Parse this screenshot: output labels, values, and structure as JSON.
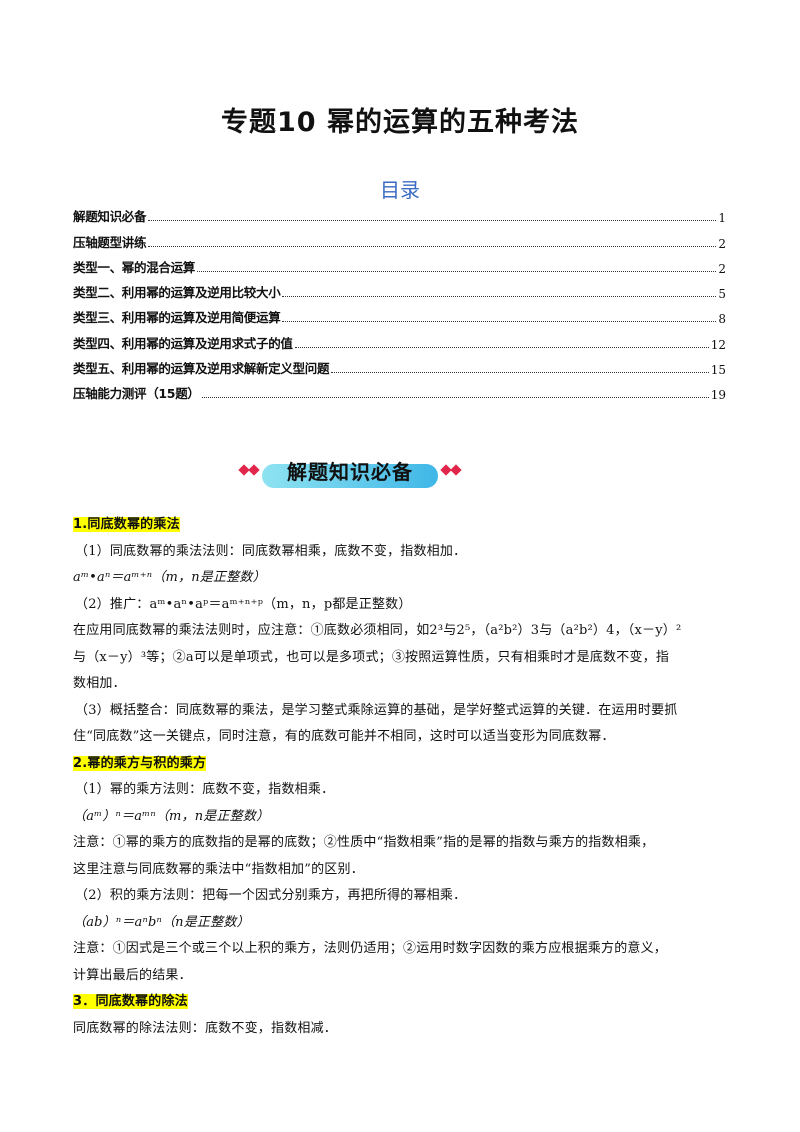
{
  "title": "专题10  幂的运算的五种考法",
  "toc": {
    "heading": "目录",
    "items": [
      {
        "label": "解题知识必备",
        "page": "1"
      },
      {
        "label": "压轴题型讲练",
        "page": "2"
      },
      {
        "label": "类型一、幂的混合运算",
        "page": "2"
      },
      {
        "label": "类型二、利用幂的运算及逆用比较大小",
        "page": "5"
      },
      {
        "label": "类型三、利用幂的运算及逆用简便运算",
        "page": "8"
      },
      {
        "label": "类型四、利用幂的运算及逆用求式子的值",
        "page": "12"
      },
      {
        "label": "类型五、利用幂的运算及逆用求解新定义型问题",
        "page": "15"
      },
      {
        "label": "压轴能力测评（15题）",
        "page": "19"
      }
    ]
  },
  "banner": "解题知识必备",
  "sections": {
    "s1_title": "1.同底数幂的乘法",
    "s1_l1": "（1）同底数幂的乘法法则：同底数幂相乘，底数不变，指数相加．",
    "s1_l2": "aᵐ•aⁿ＝aᵐ⁺ⁿ（m，n是正整数）",
    "s1_l3": "（2）推广：aᵐ•aⁿ•aᵖ＝aᵐ⁺ⁿ⁺ᵖ（m，n，p都是正整数）",
    "s1_l4": "在应用同底数幂的乘法法则时，应注意：①底数必须相同，如2³与2⁵，（a²b²）3与（a²b²）4，（x－y）²",
    "s1_l5": "与（x－y）³等；②a可以是单项式，也可以是多项式；③按照运算性质，只有相乘时才是底数不变，指",
    "s1_l6": "数相加．",
    "s1_l7": "（3）概括整合：同底数幂的乘法，是学习整式乘除运算的基础，是学好整式运算的关键．在运用时要抓",
    "s1_l8": "住“同底数”这一关键点，同时注意，有的底数可能并不相同，这时可以适当变形为同底数幂．",
    "s2_title": "2.幂的乘方与积的乘方",
    "s2_l1": "（1）幂的乘方法则：底数不变，指数相乘．",
    "s2_l2": "（aᵐ）ⁿ＝aᵐⁿ（m，n是正整数）",
    "s2_l3": "注意：①幂的乘方的底数指的是幂的底数；②性质中“指数相乘”指的是幂的指数与乘方的指数相乘，",
    "s2_l4": "这里注意与同底数幂的乘法中“指数相加”的区别．",
    "s2_l5": "（2）积的乘方法则：把每一个因式分别乘方，再把所得的幂相乘．",
    "s2_l6": "（ab）ⁿ＝aⁿbⁿ（n是正整数）",
    "s2_l7": "注意：①因式是三个或三个以上积的乘方，法则仍适用；②运用时数字因数的乘方应根据乘方的意义，",
    "s2_l8": "计算出最后的结果．",
    "s3_title": "3．同底数幂的除法",
    "s3_l1": "同底数幂的除法法则：底数不变，指数相减．"
  },
  "colors": {
    "toc_heading": "#3a6bc2",
    "highlight": "#ffff00",
    "banner_accent": "#e2264b",
    "banner_bar": "#3fb7e8"
  }
}
